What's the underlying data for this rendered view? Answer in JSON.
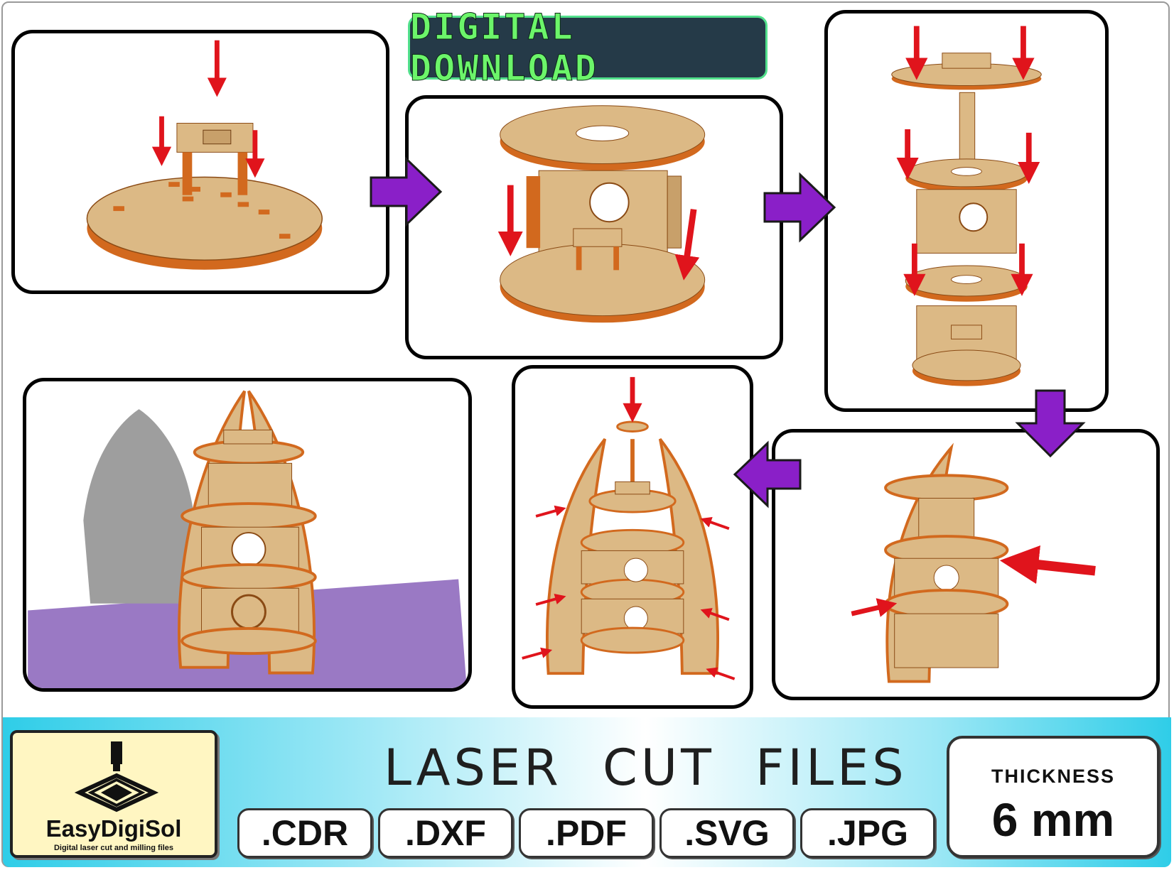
{
  "badge": {
    "text": "DIGITAL DOWNLOAD"
  },
  "colors": {
    "wood_top": "#dcb985",
    "wood_edge": "#d2691e",
    "arrow_red": "#e0141c",
    "flow_purple": "#8a1fc8",
    "floor_purple": "#9a79c4",
    "badge_bg": "#253a48",
    "badge_text": "#6cf56a",
    "footer_cyan": "#2fcde8",
    "logo_bg": "#fff6c2"
  },
  "steps": [
    {
      "name": "step-1-desk-on-base"
    },
    {
      "name": "step-2-walls-and-top-disk"
    },
    {
      "name": "step-3-stack-floors"
    },
    {
      "name": "step-4-attach-sides"
    },
    {
      "name": "step-5-side-panels-exploded"
    },
    {
      "name": "step-6-finished-rocket"
    }
  ],
  "footer": {
    "logo": {
      "name": "EasyDigiSol",
      "tagline": "Digital laser cut and milling files",
      "icon": "laser-machine-icon"
    },
    "headline": "LASER CUT FILES",
    "formats": [
      ".CDR",
      ".DXF",
      ".PDF",
      ".SVG",
      ".JPG"
    ],
    "thickness": {
      "label": "THICKNESS",
      "value": "6 mm"
    }
  }
}
